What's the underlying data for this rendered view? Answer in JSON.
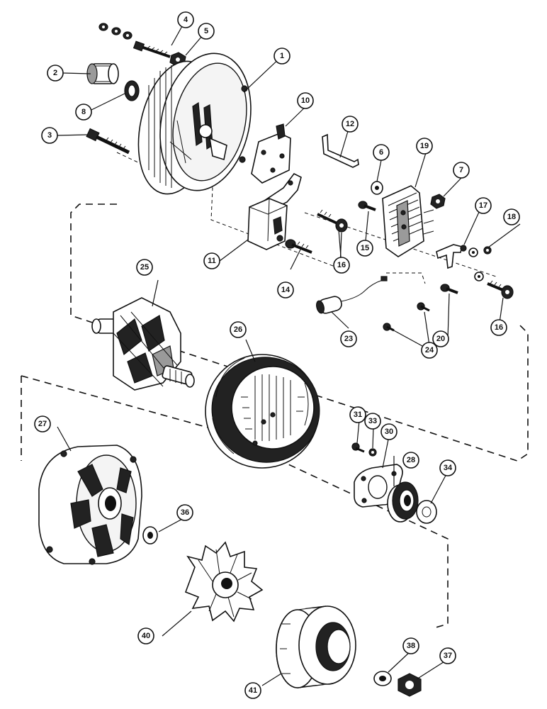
{
  "diagram": {
    "callouts": [
      {
        "id": "c1",
        "label": "1"
      },
      {
        "id": "c2",
        "label": "2"
      },
      {
        "id": "c3",
        "label": "3"
      },
      {
        "id": "c4",
        "label": "4"
      },
      {
        "id": "c5",
        "label": "5"
      },
      {
        "id": "c6",
        "label": "6"
      },
      {
        "id": "c7",
        "label": "7"
      },
      {
        "id": "c8",
        "label": "8"
      },
      {
        "id": "c10",
        "label": "10"
      },
      {
        "id": "c11",
        "label": "11"
      },
      {
        "id": "c12",
        "label": "12"
      },
      {
        "id": "c14",
        "label": "14"
      },
      {
        "id": "c15",
        "label": "15"
      },
      {
        "id": "c16a",
        "label": "16"
      },
      {
        "id": "c16b",
        "label": "16"
      },
      {
        "id": "c17",
        "label": "17"
      },
      {
        "id": "c18",
        "label": "18"
      },
      {
        "id": "c19",
        "label": "19"
      },
      {
        "id": "c20",
        "label": "20"
      },
      {
        "id": "c23",
        "label": "23"
      },
      {
        "id": "c24",
        "label": "24"
      },
      {
        "id": "c25",
        "label": "25"
      },
      {
        "id": "c26",
        "label": "26"
      },
      {
        "id": "c27",
        "label": "27"
      },
      {
        "id": "c28",
        "label": "28"
      },
      {
        "id": "c30",
        "label": "30"
      },
      {
        "id": "c31",
        "label": "31"
      },
      {
        "id": "c33",
        "label": "33"
      },
      {
        "id": "c34",
        "label": "34"
      },
      {
        "id": "c36",
        "label": "36"
      },
      {
        "id": "c37",
        "label": "37"
      },
      {
        "id": "c38",
        "label": "38"
      },
      {
        "id": "c40",
        "label": "40"
      },
      {
        "id": "c41",
        "label": "41"
      }
    ]
  }
}
